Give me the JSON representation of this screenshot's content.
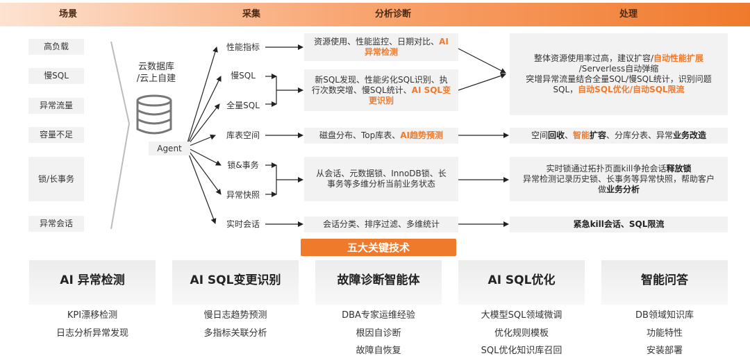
{
  "header": {
    "col_scene": "场景",
    "col_collect": "采集",
    "col_analyze": "分析诊断",
    "col_process": "处理"
  },
  "scenes": [
    "高负载",
    "慢SQL",
    "异常流量",
    "容量不足",
    "锁/长事务",
    "异常会话"
  ],
  "collector": {
    "db_label_line1": "云数据库",
    "db_label_line2": "/云上自建",
    "agent": "Agent"
  },
  "metrics": [
    "性能指标",
    "慢SQL",
    "全量SQL",
    "库表空间",
    "锁&事务",
    "异常快照",
    "实时会话"
  ],
  "analysis": {
    "a1": {
      "plain": "资源使用、性能监控、日期对比、",
      "hl1": "AI",
      "hl2": "异常检测"
    },
    "a2": {
      "l1": "新SQL发现、性能劣化SQL识别、执",
      "l2a": "行次数突增、慢SQL统计、",
      "l2b": "AI SQL变",
      "l3": "更识别"
    },
    "a3": {
      "plain": "磁盘分布、Top库表、",
      "hl": "AI趋势预测"
    },
    "a4": {
      "l1": "从会话、元数据锁、InnoDB锁、长",
      "l2": "事务等多维分析当前业务状态"
    },
    "a5": {
      "plain": "会话分类、排序过滤、多维统计"
    }
  },
  "processing": {
    "p1": {
      "l1a": "整体资源使用率过高，建议扩容/",
      "l1b": "自动性能扩展",
      "l2": "/Serverless自动弹缩",
      "l3": "突增异常流量结合全量SQL/慢SQL统计，识别问题",
      "l4a": "SQL，",
      "l4b": "自动SQL优化",
      "l4c": "/",
      "l4d": "自动SQL限流"
    },
    "p2": {
      "a": "空间",
      "b": "回收",
      "c": "、",
      "d": "智能",
      "e": "扩容",
      "f": "、分库分表、异常",
      "g": "业务改造"
    },
    "p3": {
      "l1a": "实时锁通过拓扑页面kill争抢会话",
      "l1b": "释放锁",
      "l2": "异常检测记录历史锁、长事务等异常快照，帮助客户",
      "l3a": "做",
      "l3b": "业务分析"
    },
    "p4": {
      "a": "紧急kill会话",
      "b": "、SQL限流"
    }
  },
  "banner": "五大关键技术",
  "tech_cards": [
    {
      "title": "AI 异常检测",
      "items": [
        "KPI漂移检测",
        "日志分析异常发现"
      ]
    },
    {
      "title": "AI SQL变更识别",
      "items": [
        "慢日志趋势预测",
        "多指标关联分析"
      ]
    },
    {
      "title": "故障诊断智能体",
      "items": [
        "DBA专家运维经验",
        "根因自诊断",
        "故障自恢复"
      ]
    },
    {
      "title": "AI SQL优化",
      "items": [
        "大模型SQL领域微调",
        "优化规则模板",
        "SQL优化知识库召回"
      ]
    },
    {
      "title": "智能问答",
      "items": [
        "DB领域知识库",
        "功能特性",
        "安装部署"
      ]
    }
  ],
  "colors": {
    "accent": "#f07a2c",
    "box_bg": "#f2f2f2",
    "line": "#222222"
  }
}
